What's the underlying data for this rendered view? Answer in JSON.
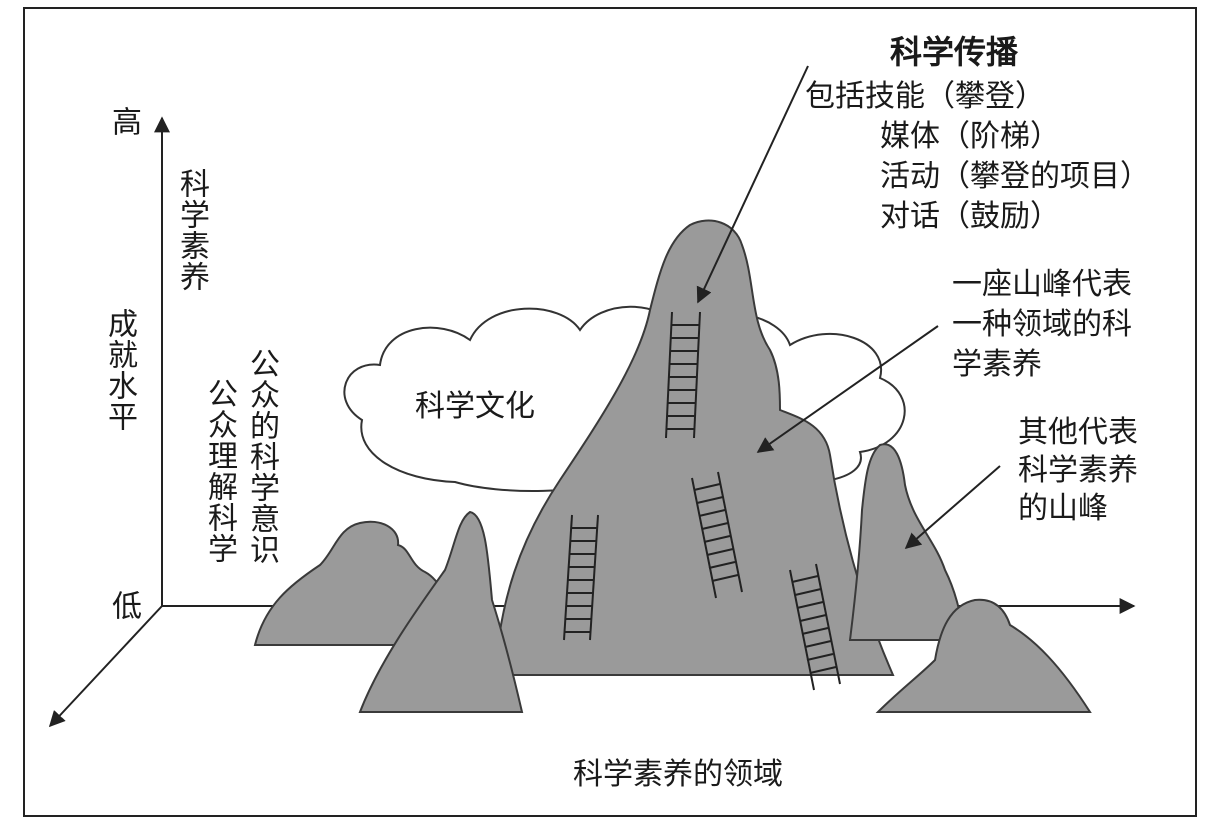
{
  "diagram": {
    "title": "科学传播",
    "includes": [
      "包括技能（攀登）",
      "媒体（阶梯）",
      "活动（攀登的项目）",
      "对话（鼓励）"
    ],
    "axis_vertical": {
      "label": "成就水平",
      "high": "高",
      "low": "低"
    },
    "vertical_annotations": {
      "literacy": "科学素养",
      "understanding": "公众理解科学",
      "awareness": "公众的科学意识"
    },
    "culture_label": "科学文化",
    "peak_label": [
      "一座山峰代表",
      "一种领域的科",
      "学素养"
    ],
    "other_peaks_label": [
      "其他代表",
      "科学素养",
      "的山峰"
    ],
    "domain_label": "科学素养的领域",
    "colors": {
      "mountain_fill": "#9a9a9a",
      "mountain_stroke": "#3a3a3a",
      "line": "#222222",
      "background": "#ffffff"
    }
  }
}
